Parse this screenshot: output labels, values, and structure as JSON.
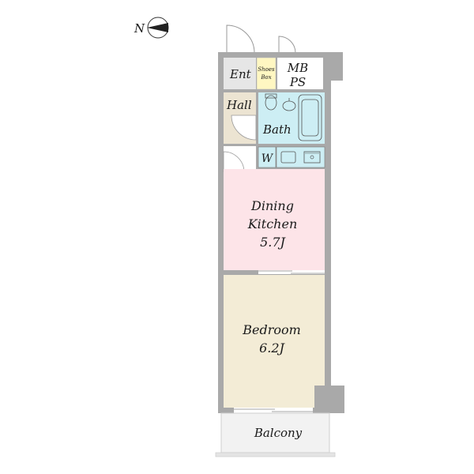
{
  "compass": {
    "label": "N"
  },
  "rooms": {
    "entrance": {
      "label": "Ent"
    },
    "shoes_box": {
      "line1": "Shoes",
      "line2": "Box"
    },
    "mb_ps": {
      "line1": "MB",
      "line2": "PS"
    },
    "hall": {
      "label": "Hall"
    },
    "bath": {
      "label": "Bath"
    },
    "washer": {
      "label": "W"
    },
    "dining_kitchen": {
      "line1": "Dining",
      "line2": "Kitchen",
      "line3": "5.7J"
    },
    "bedroom": {
      "line1": "Bedroom",
      "line2": "6.2J"
    },
    "balcony": {
      "label": "Balcony"
    }
  },
  "colors": {
    "wall": "#a9a9a9",
    "entrance_floor": "#e6e6e6",
    "shoes_box": "#fff7c2",
    "hall_floor": "#ece4d2",
    "wet_area": "#cdeef4",
    "dining_kitchen": "#fde4e8",
    "bedroom": "#f3ecd6",
    "balcony": "#f2f2f2"
  }
}
